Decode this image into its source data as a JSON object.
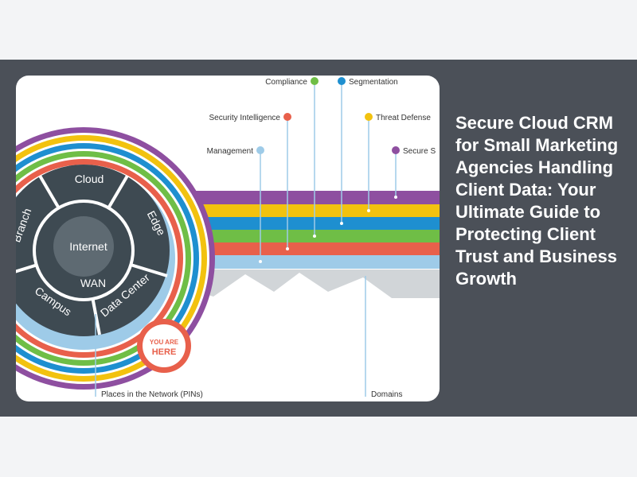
{
  "article": {
    "headline": "Secure Cloud CRM for Small Marketing Agencies Handling Client Data: Your Ultimate Guide to Protecting Client Trust and Business Growth"
  },
  "diagram": {
    "center": "Internet",
    "wan": "WAN",
    "segments": [
      "Cloud",
      "Edge",
      "Data Center",
      "Campus",
      "Branch"
    ],
    "badge_line1": "YOU ARE",
    "badge_line2": "HERE",
    "callouts": {
      "compliance": "Compliance",
      "segmentation": "Segmentation",
      "security_intelligence": "Security Intelligence",
      "threat_defense": "Threat Defense",
      "management": "Management",
      "secure_services": "Secure S"
    },
    "bottom_labels": {
      "pins": "Places in the Network (PINs)",
      "domains": "Domains"
    },
    "colors": {
      "purple": "#8e4fa0",
      "yellow": "#f2c20f",
      "blue": "#1e8fd0",
      "green": "#6fbe46",
      "red": "#e8604b",
      "light_blue": "#9ecbe8",
      "hub": "#3e4a52",
      "badge": "#e8604b"
    }
  }
}
